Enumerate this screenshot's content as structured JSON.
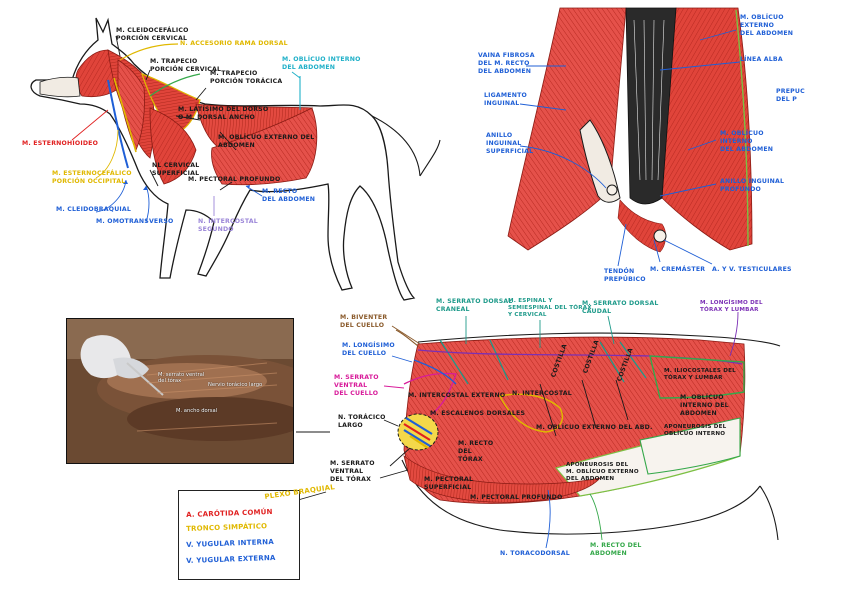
{
  "colors": {
    "black": "#1a1a1a",
    "blue": "#1f5fd6",
    "yellow": "#e0b800",
    "orange": "#e08a00",
    "red": "#e02020",
    "green": "#35a84a",
    "lightgreen": "#7cc043",
    "cyan": "#1fb0c8",
    "lilac": "#9b86d8",
    "brown": "#8a5a2b",
    "purple": "#7b2fb5",
    "magenta": "#d81b9a",
    "teal": "#1e9a8a",
    "muscle": "#e0443a",
    "muscle_dark": "#b82a22",
    "skin": "#f1ebe3"
  },
  "dog": {
    "labels": [
      {
        "id": "cleidocefalico",
        "text": "M. CLEIDOCEFÁLICO\nPORCIÓN CERVICAL",
        "color": "black"
      },
      {
        "id": "accesorio",
        "text": "N. ACCESORIO RAMA DORSAL",
        "color": "yellow"
      },
      {
        "id": "trapecio-cervical",
        "text": "M. TRAPECIO\nPORCIÓN CERVICAL",
        "color": "black"
      },
      {
        "id": "trapecio-toracica",
        "text": "M. TRAPECIO\nPORCIÓN TORÁCICA",
        "color": "black"
      },
      {
        "id": "obliquo-interno",
        "text": "M. OBLÍCUO INTERNO\nDEL ABDOMEN",
        "color": "cyan"
      },
      {
        "id": "latisimo",
        "text": "M. LATÍSIMO DEL DORSO\nO M. DORSAL ANCHO",
        "color": "black"
      },
      {
        "id": "obliquo-externo",
        "text": "M. OBLÍCUO EXTERNO DEL\nABDOMEN",
        "color": "black"
      },
      {
        "id": "esternohioideo",
        "text": "M. ESTERNOHIOIDEO",
        "color": "red"
      },
      {
        "id": "esternocefalico",
        "text": "M. ESTERNOCEFÁLICO\nPORCIÓN OCCIPITAL",
        "color": "yellow"
      },
      {
        "id": "cervical-superficial",
        "text": "NL CERVICAL\nSUPERFICIAL",
        "color": "black"
      },
      {
        "id": "pectoral-profundo",
        "text": "M. PECTORAL PROFUNDO",
        "color": "black"
      },
      {
        "id": "recto-abdomen",
        "text": "M. RECTO\nDEL ABDOMEN",
        "color": "blue"
      },
      {
        "id": "cleidobraquial",
        "text": "M. CLEIDOBRAQUIAL",
        "color": "blue"
      },
      {
        "id": "omotransverso",
        "text": "M. OMOTRANSVERSO",
        "color": "blue"
      },
      {
        "id": "intercostal",
        "text": "N. INTERCOSTAL\nSEGUNDO",
        "color": "lilac"
      }
    ]
  },
  "abdomen": {
    "labels": [
      {
        "id": "vaina",
        "text": "VAINA FIBROSA\nDEL M. RECTO\nDEL ABDOMEN",
        "color": "blue"
      },
      {
        "id": "ext-oblicuo",
        "text": "M. OBLÍCUO\nEXTERNO\nDEL ABDOMEN",
        "color": "blue"
      },
      {
        "id": "linea-alba",
        "text": "LÍNEA ALBA",
        "color": "blue"
      },
      {
        "id": "ligamento",
        "text": "LIGAMENTO\nINGUINAL",
        "color": "blue"
      },
      {
        "id": "anillo-sup",
        "text": "ANILLO\nINGUINAL\nSUPERFICIAL",
        "color": "blue"
      },
      {
        "id": "int-oblicuo",
        "text": "M. OBLÍCUO\nINTERNO\nDEL ABDOMEN",
        "color": "blue"
      },
      {
        "id": "anillo-prof",
        "text": "ANILLO INGUINAL\nPROFUNDO",
        "color": "blue"
      },
      {
        "id": "tendon",
        "text": "TENDÓN\nPREPÚBICO",
        "color": "blue"
      },
      {
        "id": "cremaster",
        "text": "M. CREMÁSTER",
        "color": "blue"
      },
      {
        "id": "testiculares",
        "text": "A. Y V. TESTICULARES",
        "color": "blue"
      },
      {
        "id": "cut-right",
        "text": "PREPUC\nDEL P",
        "color": "blue"
      }
    ]
  },
  "trunk": {
    "labels": [
      {
        "id": "serrato-craneal",
        "text": "M. SERRATO DORSAL\nCRANEAL",
        "color": "teal"
      },
      {
        "id": "espinal",
        "text": "M. ESPINAL Y\nSEMIESPINAL DEL TÓRAX\nY CERVICAL",
        "color": "teal"
      },
      {
        "id": "serrato-caudal",
        "text": "M. SERRATO DORSAL\nCAUDAL",
        "color": "teal"
      },
      {
        "id": "longisimo-torax",
        "text": "M. LONGÍSIMO DEL\nTÓRAX Y LUMBAR",
        "color": "purple"
      },
      {
        "id": "biventer",
        "text": "M. BIVENTER\nDEL CUELLO",
        "color": "brown"
      },
      {
        "id": "longisimo-cuello",
        "text": "M. LONGÍSIMO\nDEL CUELLO",
        "color": "blue"
      },
      {
        "id": "serrato-ventral-cuello",
        "text": "M. SERRATO\nVENTRAL\nDEL CUELLO",
        "color": "magenta"
      },
      {
        "id": "toracico-largo",
        "text": "N. TORÁCICO\nLARGO",
        "color": "black"
      },
      {
        "id": "serrato-ventral-torax",
        "text": "M. SERRATO\nVENTRAL\nDEL TÓRAX",
        "color": "black"
      },
      {
        "id": "iliocostales",
        "text": "M. ILIOCOSTALES DEL\nTÓRAX Y LUMBAR",
        "color": "black"
      },
      {
        "id": "obliquo-int-trunk",
        "text": "M. OBLÍCUO\nINTERNO DEL\nABDOMEN",
        "color": "black"
      },
      {
        "id": "aponeurosis-int",
        "text": "APONEUROSIS DEL\nOBLÍCUO INTERNO",
        "color": "black"
      },
      {
        "id": "intercostal-ext",
        "text": "M. INTERCOSTAL EXTERNO",
        "color": "black"
      },
      {
        "id": "escalenos",
        "text": "M. ESCALENOS DORSALES",
        "color": "black"
      },
      {
        "id": "recto-torax",
        "text": "M. RECTO\nDEL\nTÓRAX",
        "color": "black"
      },
      {
        "id": "obliquo-ext-trunk",
        "text": "M. OBLÍCUO EXTERNO DEL ABD.",
        "color": "black"
      },
      {
        "id": "aponeurosis-ext",
        "text": "APONEUROSIS DEL\nM. OBLÍCUO EXTERNO\nDEL ABDOMEN",
        "color": "black"
      },
      {
        "id": "pectoral-superficial",
        "text": "M. PECTORAL\nSUPERFICIAL",
        "color": "black"
      },
      {
        "id": "pectoral-prof-trunk",
        "text": "M. PECTORAL PROFUNDO",
        "color": "black"
      },
      {
        "id": "toracodorsal",
        "text": "N. TORACODORSAL",
        "color": "blue"
      },
      {
        "id": "recto-abd-trunk",
        "text": "M. RECTO DEL\nABDOMEN",
        "color": "green"
      },
      {
        "id": "costilla1",
        "text": "COSTILLA",
        "color": "black"
      },
      {
        "id": "costilla2",
        "text": "COSTILLA",
        "color": "black"
      },
      {
        "id": "costilla3",
        "text": "COSTILLA",
        "color": "black"
      },
      {
        "id": "intercostal-tag",
        "text": "N. INTERCOSTAL",
        "color": "black"
      }
    ]
  },
  "photo": {
    "captions": [
      {
        "id": "serrato",
        "text": "M. serrato ventral\ndel tórax"
      },
      {
        "id": "nervio",
        "text": "Nervio torácico largo"
      },
      {
        "id": "dorsal",
        "text": "M. ancho dorsal"
      }
    ]
  },
  "legend": {
    "items": [
      {
        "text": "PLEXO BRAQUIAL",
        "color": "yellow"
      },
      {
        "text": "A. CARÓTIDA COMÚN",
        "color": "red"
      },
      {
        "text": "TRONCO SIMPÁTICO",
        "color": "yellow"
      },
      {
        "text": "V. YUGULAR INTERNA",
        "color": "blue"
      },
      {
        "text": "V. YUGULAR EXTERNA",
        "color": "blue"
      }
    ]
  }
}
